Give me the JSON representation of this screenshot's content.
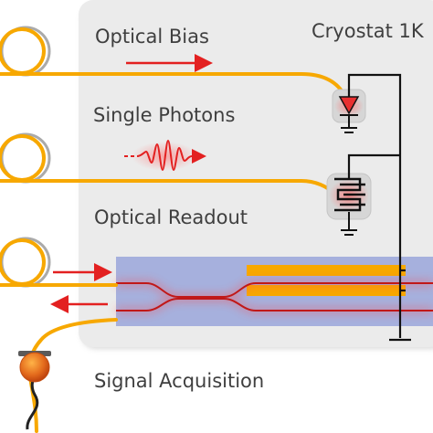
{
  "labels": {
    "optical_bias": "Optical Bias",
    "cryostat": "Cryostat 1K",
    "single_photons": "Single Photons",
    "optical_readout": "Optical Readout",
    "signal_acquisition": "Signal Acquisition"
  },
  "colors": {
    "fiber": "#f7a800",
    "cryostat_box": "#ebebeb",
    "chip": "#9aa6da",
    "waveguide": "#c01818",
    "arrow": "#e32020",
    "wire": "#111111",
    "connector": "#e36a1c"
  },
  "icons": [
    "fiber-coil-icon",
    "photodiode-icon",
    "capacitor-icon",
    "coax-connector-icon",
    "ground-icon"
  ]
}
